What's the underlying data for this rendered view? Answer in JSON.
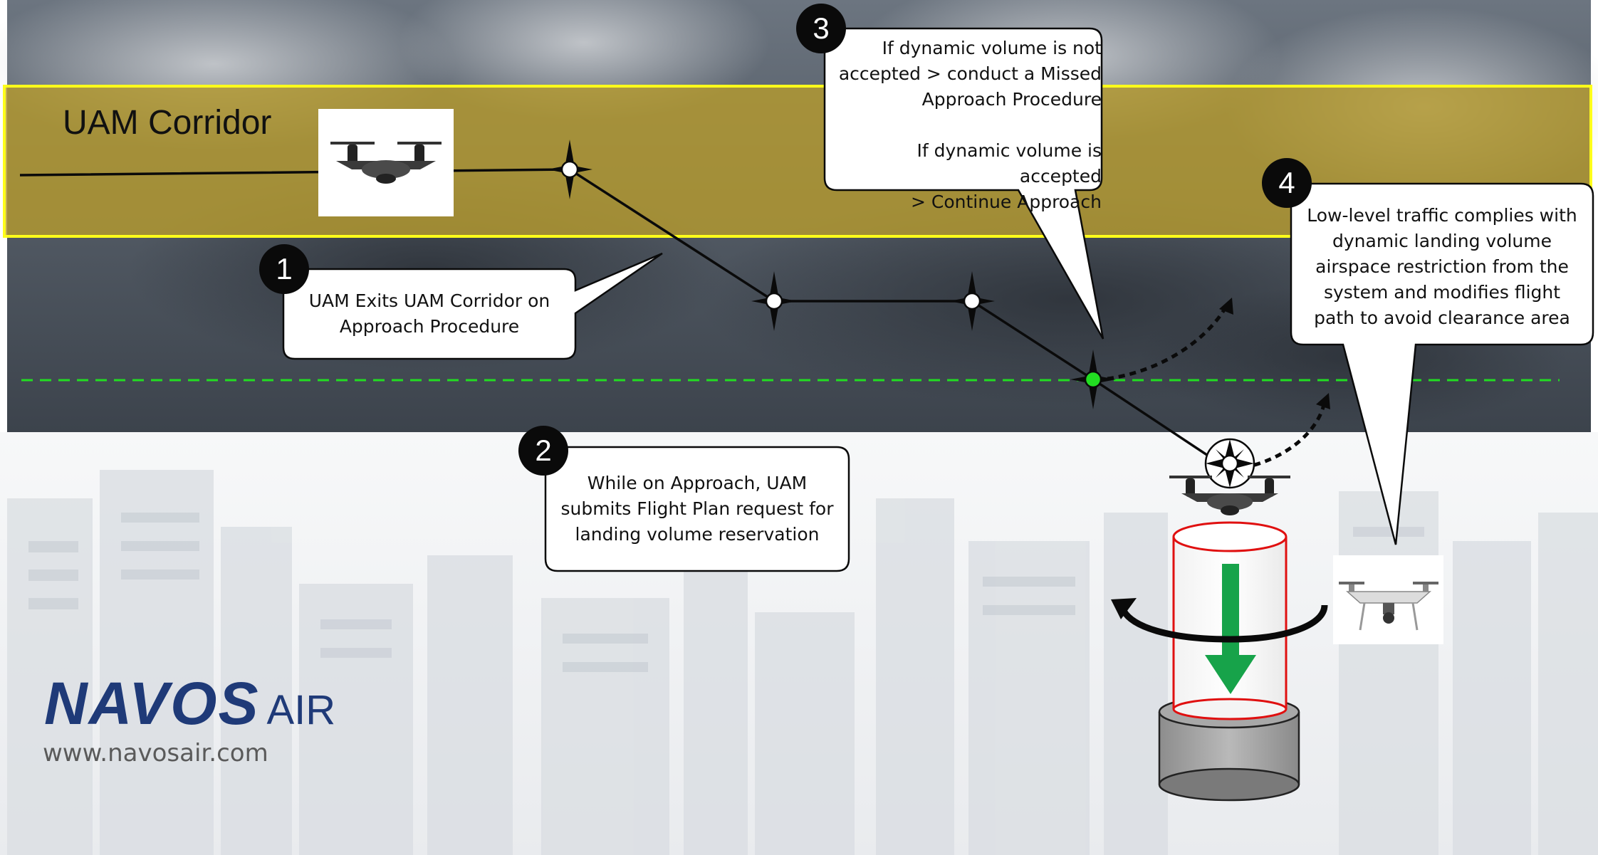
{
  "corridor": {
    "label": "UAM Corridor"
  },
  "steps": [
    {
      "number": "1",
      "text": "UAM Exits UAM Corridor on\nApproach Procedure"
    },
    {
      "number": "2",
      "text": "While on Approach, UAM\nsubmits Flight Plan request for\nlanding volume reservation"
    },
    {
      "number": "3",
      "text": "If dynamic volume is not\naccepted > conduct a Missed\nApproach Procedure\n\nIf dynamic volume  is accepted\n> Continue Approach"
    },
    {
      "number": "4",
      "text": "Low-level traffic complies with\ndynamic landing volume\nairspace restriction from the\nsystem and modifies flight\npath to avoid clearance area"
    }
  ],
  "logo": {
    "brand": "NAVOS",
    "suffix": "AIR",
    "website": "www.navosair.com"
  },
  "colors": {
    "corridor_fill": "#b59a2e",
    "corridor_border": "#ffff1a",
    "decision_line": "#22dd22",
    "landing_arrow": "#17a34a",
    "volume_outline": "#e01010",
    "brand": "#1f3a78"
  }
}
